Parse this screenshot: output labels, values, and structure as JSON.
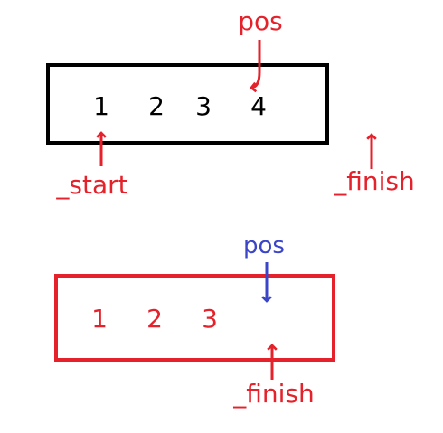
{
  "colors": {
    "black": "#000000",
    "red": "#e5222b",
    "blue": "#3b45c8",
    "background": "#ffffff"
  },
  "top": {
    "pos_label": "pos",
    "start_label": "_start",
    "finish_label": "_finish",
    "cells": [
      "1",
      "2",
      "3",
      "4"
    ]
  },
  "bottom": {
    "pos_label": "pos",
    "finish_label": "_finish",
    "cells": [
      "1",
      "2",
      "3"
    ]
  }
}
